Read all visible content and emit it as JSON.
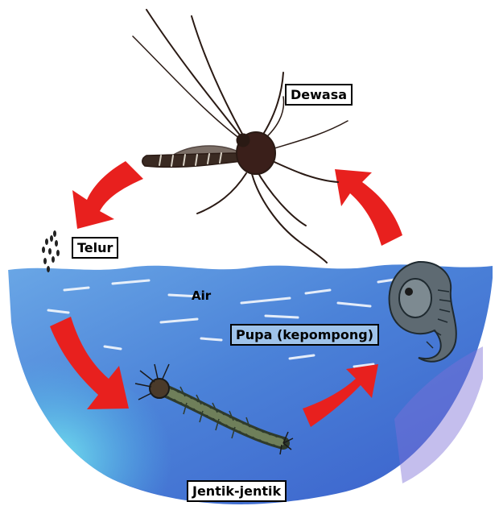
{
  "labels": {
    "adult": "Dewasa",
    "egg": "Telur",
    "water": "Air",
    "pupa": "Pupa (kepompong)",
    "larva": "Jentik-jentik"
  },
  "colors": {
    "arrow": "#e8201e",
    "water_top": "#5f9ee0",
    "water_mid": "#4c7fd6",
    "water_light": "#57d3e8",
    "water_deep": "#3557c6",
    "label_box": "#ffffff",
    "pupa_label_box": "#9fc3ea",
    "mosquito": "#2a1a14"
  },
  "icons": [
    "mosquito-icon",
    "eggs-icon",
    "pupa-icon",
    "larva-icon",
    "cycle-arrow-icon"
  ]
}
